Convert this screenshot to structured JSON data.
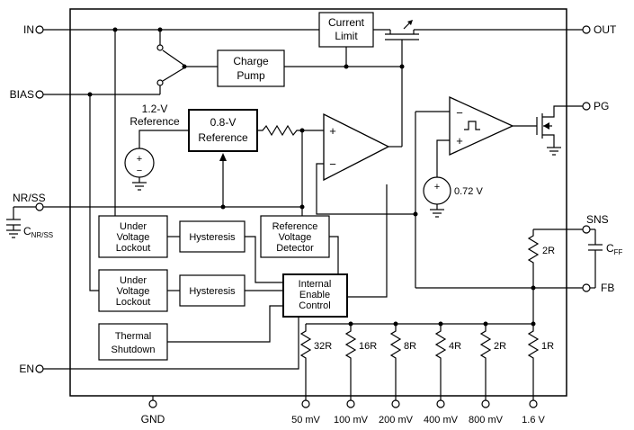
{
  "pins": {
    "in": "IN",
    "bias": "BIAS",
    "nrss": "NR/SS",
    "en": "EN",
    "gnd": "GND",
    "out": "OUT",
    "pg": "PG",
    "sns": "SNS",
    "fb": "FB"
  },
  "blocks": {
    "current_limit": [
      "Current",
      "Limit"
    ],
    "charge_pump": [
      "Charge",
      "Pump"
    ],
    "ref12": [
      "1.2-V",
      "Reference"
    ],
    "ref08": [
      "0.8-V",
      "Reference"
    ],
    "uvlo1": [
      "Under",
      "Voltage",
      "Lockout"
    ],
    "hyst1": "Hysteresis",
    "rvd": [
      "Reference",
      "Voltage",
      "Detector"
    ],
    "uvlo2": [
      "Under",
      "Voltage",
      "Lockout"
    ],
    "hyst2": "Hysteresis",
    "iec": [
      "Internal",
      "Enable",
      "Control"
    ],
    "thermal": [
      "Thermal",
      "Shutdown"
    ]
  },
  "labels": {
    "vref_pg": "0.72 V",
    "sense_res": "2R",
    "plus": "+",
    "minus": "−",
    "cap_nrss": {
      "main": "C",
      "sub": "NR/SS"
    },
    "cap_ff": {
      "main": "C",
      "sub": "FF"
    }
  },
  "ladder": {
    "resistors": [
      "32R",
      "16R",
      "8R",
      "4R",
      "2R",
      "1R"
    ],
    "taps": [
      "50 mV",
      "100 mV",
      "200 mV",
      "400 mV",
      "800 mV",
      "1.6 V"
    ]
  }
}
